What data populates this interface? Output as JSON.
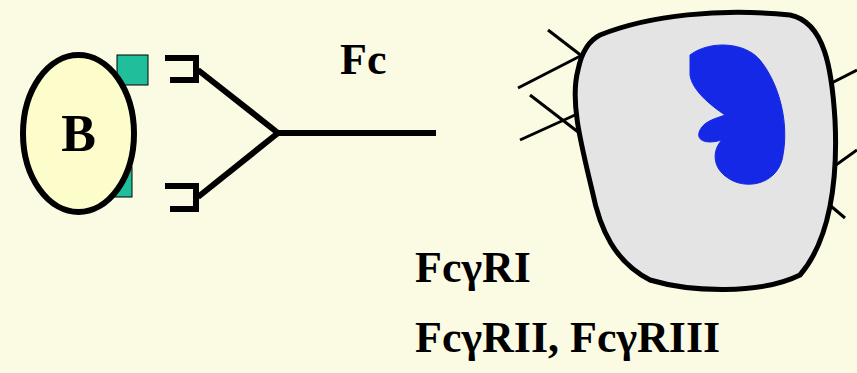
{
  "diagram": {
    "nodes": [
      {
        "text": [
          "B"
        ]
      }
    ],
    "labels": [
      "Fc",
      "FcγRI",
      "FcγRII, FcγRIII"
    ]
  }
}
